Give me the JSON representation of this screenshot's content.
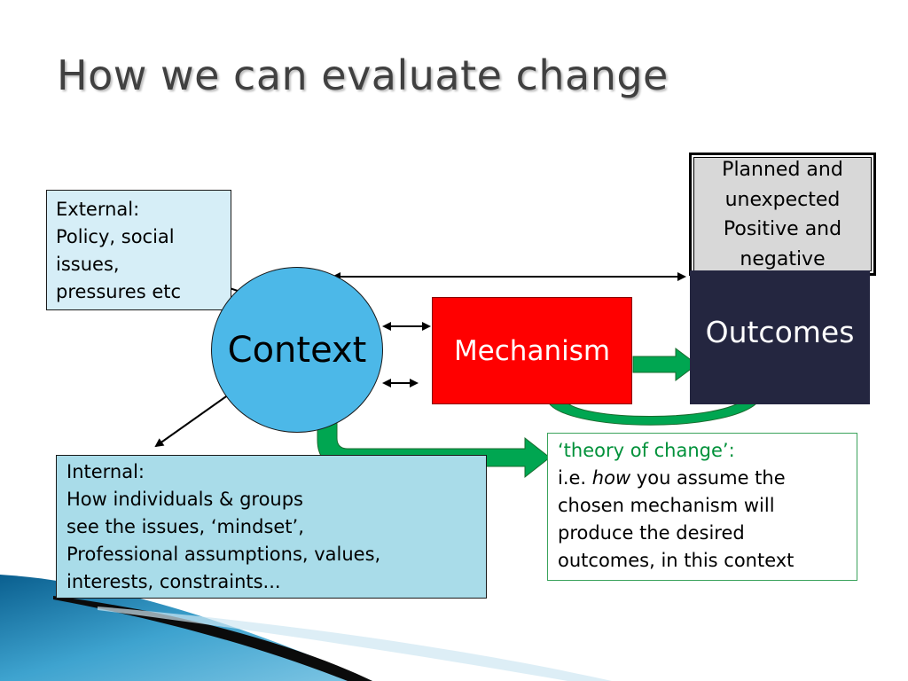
{
  "title": "How we can evaluate change",
  "external": {
    "lines": [
      "External:",
      "Policy, social",
      "issues,",
      "pressures etc"
    ]
  },
  "internal": {
    "lines": [
      "Internal:",
      "How individuals & groups",
      "see the issues, ‘mindset’,",
      "Professional assumptions, values,",
      "interests, constraints..."
    ]
  },
  "planned": {
    "lines": [
      "Planned and",
      "unexpected",
      "Positive and",
      "negative"
    ]
  },
  "context": {
    "label": "Context"
  },
  "mechanism": {
    "label": "Mechanism"
  },
  "outcomes": {
    "label": "Outcomes"
  },
  "theory": {
    "heading": "‘theory of change’",
    "heading_colon": ":",
    "line1_prefix": "i.e. ",
    "line1_em": "how",
    "line1_suffix": " you assume the",
    "lines": [
      "chosen mechanism will",
      "produce the desired",
      "outcomes, in this context"
    ]
  },
  "colors": {
    "context": "#4cb8e8",
    "mechanism": "#ff0000",
    "outcomes": "#242640",
    "arrow_green": "#00a651",
    "accent_blue": "#1e86b6"
  }
}
